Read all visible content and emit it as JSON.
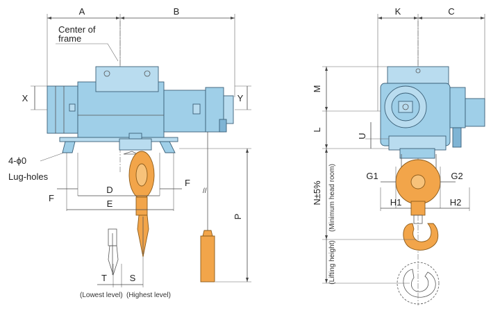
{
  "labels": {
    "A": "A",
    "B": "B",
    "C": "C",
    "K": "K",
    "X": "X",
    "Y": "Y",
    "M": "M",
    "L": "L",
    "U": "U",
    "D": "D",
    "E": "E",
    "F_left": "F",
    "F_right": "F",
    "P": "P",
    "T": "T",
    "S": "S",
    "G1": "G1",
    "G2": "G2",
    "H1": "H1",
    "H2": "H2",
    "N": "N±5%",
    "center_line1": "Center of",
    "center_line2": "frame",
    "lug_line1": "4-ϕ0",
    "lug_line2": "Lug-holes",
    "lowest_level": "(Lowest level)",
    "highest_level": "(Highest level)",
    "min_head_room": "(Minimum head room)",
    "lifting_height": "(Lifting height)"
  },
  "colors": {
    "body_blue": "#9fcfe8",
    "hook_orange": "#f2a54a",
    "outline": "#3a5f77"
  }
}
